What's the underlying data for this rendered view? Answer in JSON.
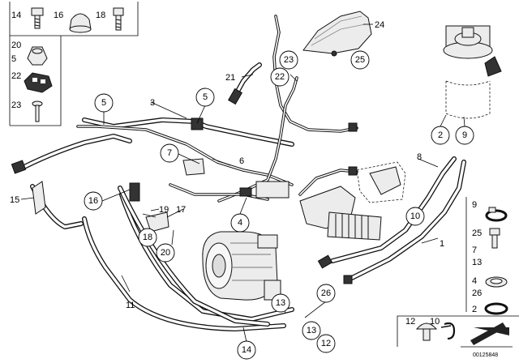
{
  "diagram": {
    "footer_id": "00125848",
    "legend_left": {
      "top_row": [
        "14",
        "16",
        "18"
      ],
      "rows": [
        "20",
        "5",
        "22",
        "23"
      ]
    },
    "legend_right": {
      "rows": [
        "9",
        "25",
        "7",
        "13",
        "4",
        "26",
        "2"
      ]
    },
    "bottom_clip": {
      "a": "12",
      "b": "10"
    },
    "callouts": {
      "c5a": "5",
      "c5b": "5",
      "c7": "7",
      "c16": "16",
      "c18": "18",
      "c20": "20",
      "c4": "4",
      "c2": "2",
      "c9": "9",
      "c10": "10",
      "c23": "23",
      "c22": "22",
      "c25": "25",
      "c13a": "13",
      "c13b": "13",
      "c12": "12",
      "c14": "14",
      "c26": "26"
    },
    "labels": {
      "l3": "3",
      "l6": "6",
      "l21": "21",
      "l24": "24",
      "l8": "8",
      "l1": "1",
      "l15": "15",
      "l11": "11",
      "l19": "19",
      "l17": "17"
    }
  }
}
